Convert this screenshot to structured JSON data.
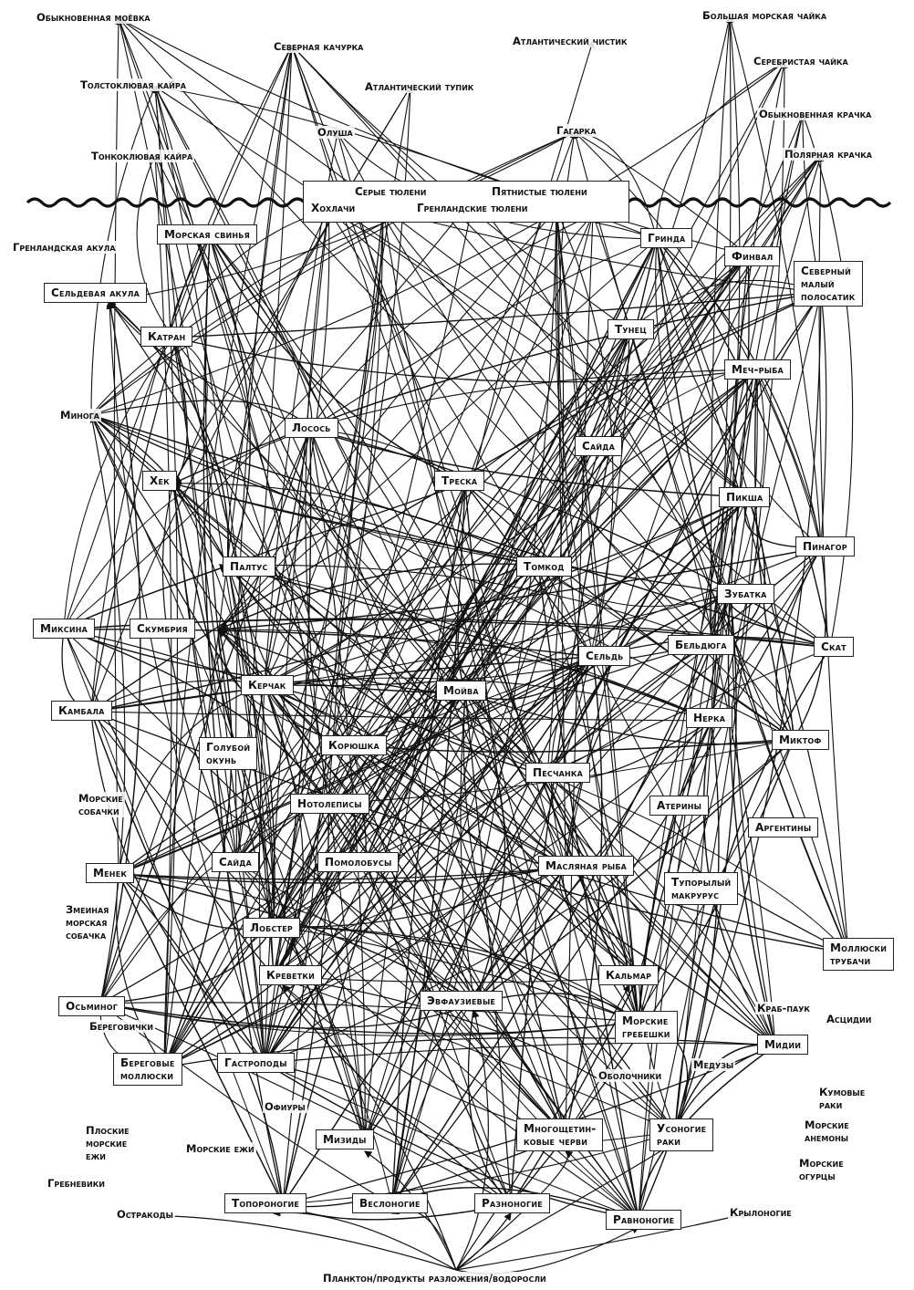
{
  "colors": {
    "ink": "#111111",
    "background": "#ffffff"
  },
  "surface_seals": {
    "grey": "Серые тюлени",
    "spotted": "Пятнистые тюлени",
    "hooded": "Хохлачи",
    "harp": "Гренландские тюлени"
  },
  "birds": {
    "kittiwake": "Обыкновенная моёвка",
    "fulmar": "Северная качурка",
    "razorbill": "Толстоклювая кайра",
    "guillemot": "Тонкоклювая кайра",
    "gannet": "Олуша",
    "puffin": "Атлантический тупик",
    "black_guillemot": "Атлантический чистик",
    "razorbill2": "Гагарка",
    "black_backed_gull": "Большая морская чайка",
    "herring_gull": "Серебристая чайка",
    "common_tern": "Обыкновенная крачка",
    "arctic_tern": "Полярная крачка"
  },
  "nodes": {
    "greenland_shark": "Гренландская акула",
    "porpoise": "Морская свинья",
    "pilot_whale": "Гринда",
    "fin_whale": "Финвал",
    "minke": "Северный\nмалый\nполосатик",
    "porbeagle": "Сельдевая акула",
    "dogfish": "Катран",
    "tuna": "Тунец",
    "swordfish": "Меч-рыба",
    "lamprey": "Минога",
    "salmon": "Лосось",
    "pollock_top": "Сайда",
    "hake": "Хек",
    "cod": "Треска",
    "haddock": "Пикша",
    "lumpfish": "Пинагор",
    "halibut": "Палтус",
    "tomcod": "Томкод",
    "wolffish": "Зубатка",
    "hagfish": "Миксина",
    "mackerel": "Скумбрия",
    "herring": "Сельдь",
    "monkfish": "Бельдюга",
    "skate": "Скат",
    "sculpin": "Керчак",
    "capelin": "Мойва",
    "sockeye": "Нерка",
    "flounder": "Камбала",
    "redfish": "Голубой\nокунь",
    "smelt": "Корюшка",
    "lanternfish": "Миктоф",
    "sand_lance": "Песчанка",
    "blennies": "Морские\nсобачки",
    "notolepis": "Нотолеписы",
    "silversides": "Атерины",
    "argentine": "Аргентины",
    "cusk": "Менек",
    "pollock": "Сайда",
    "pomolobus": "Помолобусы",
    "butterfish": "Масляная рыба",
    "grenadier": "Тупорылый\nмакрурус",
    "snake_blenny": "Змеиная\nморская\nсобачка",
    "lobster": "Лобстер",
    "whelk": "Моллюски\nтрубачи",
    "shrimp": "Креветки",
    "squid": "Кальмар",
    "octopus": "Осьминог",
    "euphausiids": "Эвфаузиевые",
    "spider_crab": "Краб-паук",
    "ascidians": "Асцидии",
    "periwinkles": "Береговички",
    "scallops": "Морские\nгребешки",
    "mussels": "Мидии",
    "shore_molluscs": "Береговые\nмоллюски",
    "gastropods": "Гастроподы",
    "jellyfish": "Медузы",
    "tunicates": "Оболочники",
    "cumaceans": "Кумовые\nраки",
    "brittle_stars": "Офиуры",
    "sand_dollars": "Плоские\nморские\nежи",
    "urchins": "Морские ежи",
    "mysids": "Мизиды",
    "polychaetes": "Многощетин-\nковые черви",
    "barnacles": "Усоногие\nраки",
    "anemones": "Морские\nанемоны",
    "ctenophores": "Гребневики",
    "sea_cucumbers": "Морские\nогурцы",
    "ostracods": "Остракоды",
    "amphipods": "Топороногие",
    "copepods": "Веслоногие",
    "isopods_multi": "Разноногие",
    "isopods": "Равноногие",
    "pteropods": "Крылоногие",
    "plankton": "Планктон/продукты разложения/водоросли"
  }
}
